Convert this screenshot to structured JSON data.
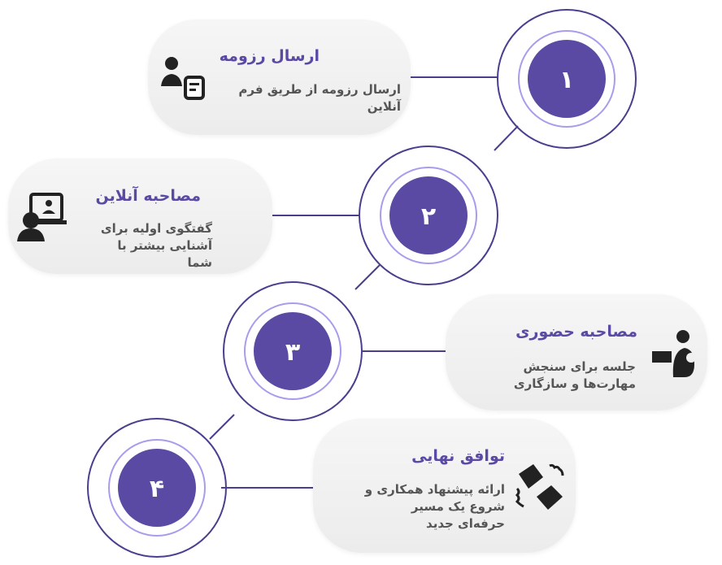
{
  "steps": [
    {
      "number": "۱",
      "title": "ارسال رزومه",
      "description": "ارسال رزومه از طریق فرم آنلاین",
      "icon": "resume-form-icon"
    },
    {
      "number": "۲",
      "title": "مصاحبه آنلاین",
      "description": "گفتگوی اولیه برای آشنایی بیشتر با شما",
      "icon": "video-call-icon"
    },
    {
      "number": "۳",
      "title": "مصاحبه حضوری",
      "description": "جلسه برای سنجش مهارت‌ها و سازگاری",
      "icon": "in-person-meeting-icon"
    },
    {
      "number": "۴",
      "title": "توافق نهایی",
      "description": "ارائه پیشنهاد همکاری و شروع یک مسیر حرفه‌ای جدید",
      "icon": "handshake-icon"
    }
  ],
  "colors": {
    "primary": "#5a4aa3",
    "ring": "#a99cec",
    "outline": "#4a3f8f",
    "text": "#555555"
  }
}
